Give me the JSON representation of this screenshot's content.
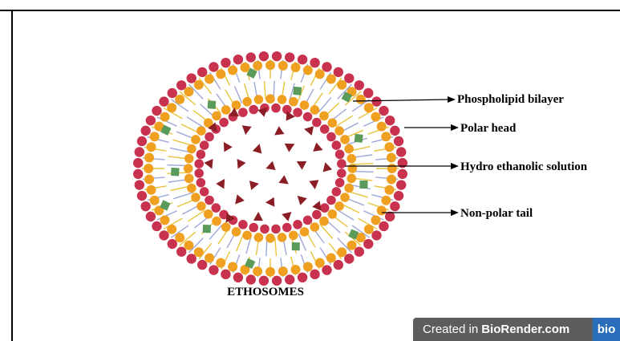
{
  "diagram": {
    "title": "ETHOSOMES",
    "labels": {
      "bilayer": "Phospholipid bilayer",
      "polar_head": "Polar head",
      "solution": "Hydro ethanolic solution",
      "tail": "Non-polar tail"
    },
    "colors": {
      "outer_head": "#c8324e",
      "mid_head": "#f0a020",
      "inner_head": "#c8324e",
      "tail_yellow": "#e8c23a",
      "tail_blue": "#9ea8d8",
      "green": "#5a9a5a",
      "triangle": "#8b1e24"
    }
  },
  "watermark": {
    "prefix": "Created in",
    "brand": "BioRender.com",
    "logo": "bio"
  }
}
